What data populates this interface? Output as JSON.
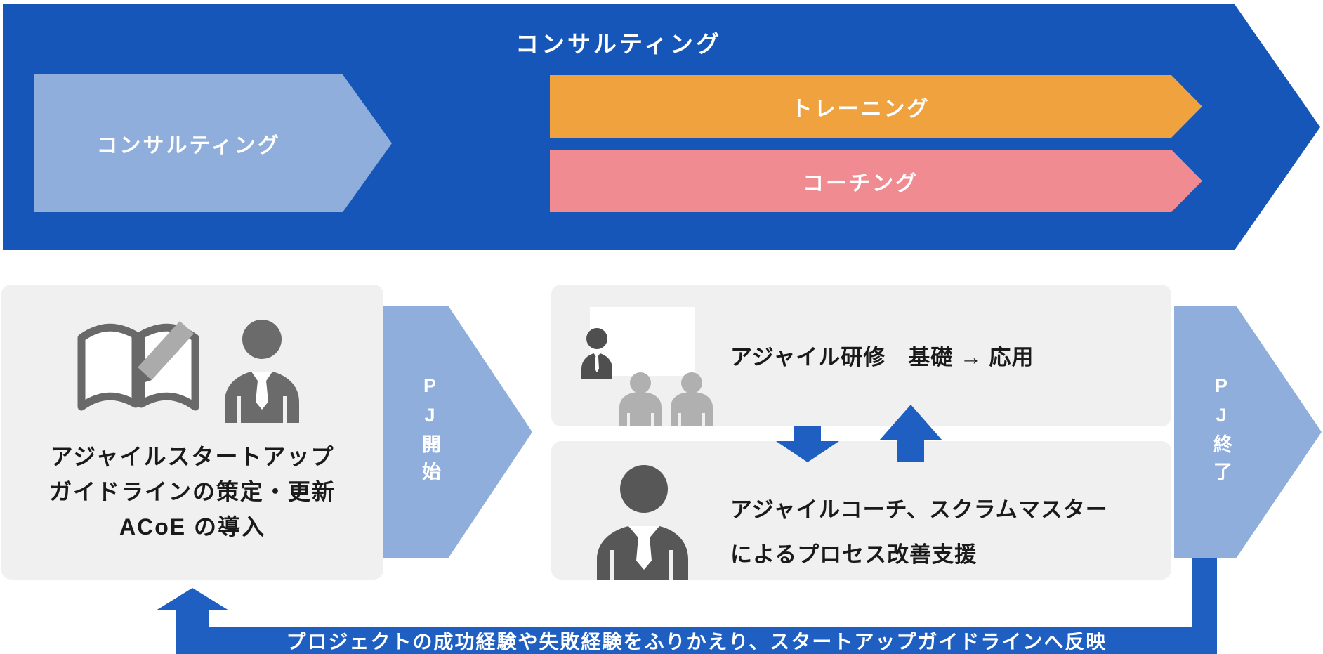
{
  "colors": {
    "banner_blue": "#1656B8",
    "accent_blue": "#1E5FC1",
    "light_blue": "#8FAEDB",
    "orange": "#EFA23E",
    "pink": "#F08B92",
    "box_gray": "#F0F0F0",
    "icon_dark": "#575757",
    "icon_gray": "#6B6B6B",
    "icon_light": "#B0B0B0",
    "text_dark": "#1A1A1A"
  },
  "banner": {
    "title": "コンサルティング",
    "consulting_label": "コンサルティング",
    "training_label": "トレーニング",
    "coaching_label": "コーチング"
  },
  "process": {
    "pj_start_label": "PJ開始",
    "pj_end_label": "PJ終了",
    "guideline_box": {
      "lines": [
        "アジャイルスタートアップ",
        "ガイドラインの策定・更新",
        "ACoE の導入"
      ]
    },
    "training_box": {
      "label": "アジャイル研修　基礎 → 応用"
    },
    "coaching_box": {
      "lines": [
        "アジャイルコーチ、スクラムマスター",
        "によるプロセス改善支援"
      ]
    },
    "feedback_label": "プロジェクトの成功経験や失敗経験をふりかえり、スタートアップガイドラインへ反映"
  },
  "icons": {
    "book_pencil": "open-book-with-pencil",
    "consultant": "business-person",
    "classroom": "teacher-whiteboard-students",
    "coach": "business-person-large",
    "down_arrow": "down-arrow",
    "up_arrow": "up-arrow",
    "feedback": "l-shaped-feedback-arrow"
  }
}
